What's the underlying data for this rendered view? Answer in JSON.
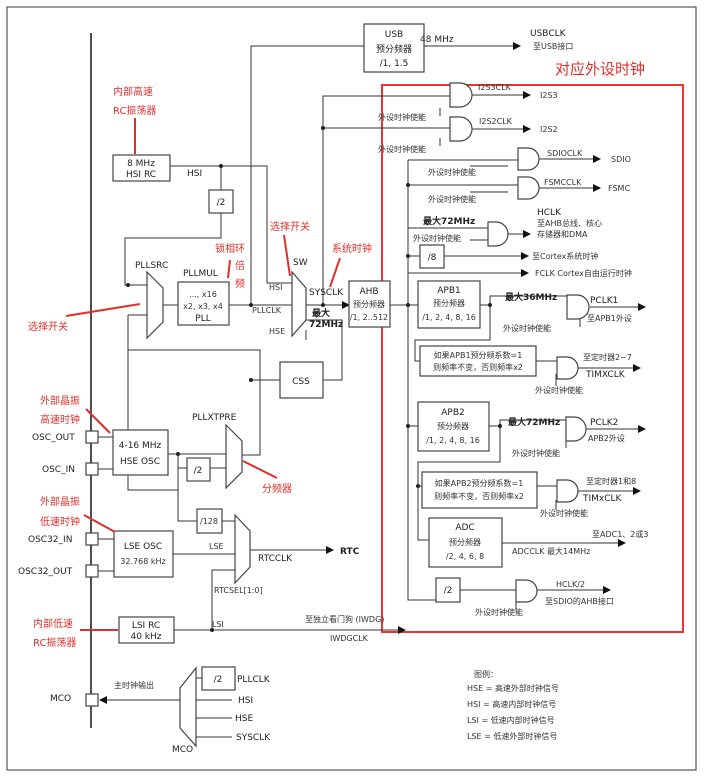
{
  "annotations": {
    "hsi_rc": [
      "内部高速",
      "RC振荡器"
    ],
    "pllsrc_switch": "选择开关",
    "pll_mul": [
      "锁相环",
      "倍",
      "频"
    ],
    "sw_switch": "选择开关",
    "sysclk": "系统时钟",
    "peripheral_clock": "对应外设时钟",
    "hse": [
      "外部晶振",
      "高速时钟"
    ],
    "divider": "分频器",
    "lse": [
      "外部晶振",
      "低速时钟"
    ],
    "lsi": [
      "内部低速",
      "RC振荡器"
    ]
  },
  "colors": {
    "annotation": "#e0302c",
    "line": "#333333"
  },
  "blocks": {
    "usb": [
      "USB",
      "预分频器",
      "/1, 1.5"
    ],
    "hsi_rc": [
      "8 MHz",
      "HSI RC"
    ],
    "div2_hsi": "/2",
    "pll": [
      "..., x16",
      "x2, x3, x4",
      "PLL"
    ],
    "ahb": [
      "AHB",
      "预分频器",
      "/1, 2..512"
    ],
    "css": "CSS",
    "hse_osc": [
      "4-16 MHz",
      "HSE OSC"
    ],
    "div2_hse": "/2",
    "div128": "/128",
    "lse_osc": [
      "LSE OSC",
      "32.768 kHz"
    ],
    "lsi_rc": [
      "LSI RC",
      "40 kHz"
    ],
    "div2_mco": "/2",
    "div8": "/8",
    "apb1": [
      "APB1",
      "预分频器",
      "/1, 2, 4, 8, 16"
    ],
    "apb1_timer": [
      "如果APB1预分频系数=1",
      "则频率不变，否则频率x2"
    ],
    "apb2": [
      "APB2",
      "预分频器",
      "/1, 2, 4, 8, 16"
    ],
    "apb2_timer": [
      "如果APB2预分频系数=1",
      "则频率不变，否则频率x2"
    ],
    "adc": [
      "ADC",
      "预分频器",
      "/2, 4, 6, 8"
    ],
    "div2_sdio": "/2"
  },
  "labels": {
    "usb_freq": "48 MHz",
    "usbclk": "USBCLK",
    "usb_dest": "至USB接口",
    "hsi": "HSI",
    "pllsrc": "PLLSRC",
    "pllmul": "PLLMUL",
    "sw": "SW",
    "sw_hsi": "HSI",
    "sw_pllclk": "PLLCLK",
    "sw_hse": "HSE",
    "sysclk": "SYSCLK",
    "max72": [
      "最大",
      "72MHz"
    ],
    "pllxtpre": "PLLXTPRE",
    "osc_out": "OSC_OUT",
    "osc_in": "OSC_IN",
    "osc32_in": "OSC32_IN",
    "osc32_out": "OSC32_OUT",
    "lse": "LSE",
    "rtcclk": "RTCCLK",
    "rtc": "RTC",
    "rtcsel": "RTCSEL[1:0]",
    "lsi": "LSI",
    "iwdg": "至独立看门狗 (IWDG)",
    "iwdgclk": "IWDGCLK",
    "mco_out": "主时钟输出",
    "mco": "MCO",
    "mco_mux": "MCO",
    "mco_pllclk": "PLLCLK",
    "mco_hsi": "HSI",
    "mco_hse": "HSE",
    "mco_sysclk": "SYSCLK",
    "en": "外设时钟使能",
    "i2s3clk": "I2S3CLK",
    "i2s3": "I2S3",
    "i2s2clk": "I2S2CLK",
    "i2s2": "I2S2",
    "sdioclk": "SDIOCLK",
    "sdio": "SDIO",
    "fsmcclk": "FSMCCLK",
    "fsmc": "FSMC",
    "hclk_max": "最大72MHz",
    "hclk": [
      "HCLK",
      "至AHB总线、核心",
      "存储器和DMA"
    ],
    "cortex": "至Cortex系统时钟",
    "fclk": "FCLK Cortex自由运行时钟",
    "apb1_max": "最大36MHz",
    "pclk1": "PCLK1",
    "apb1_dest": "至APB1外设",
    "tim27": "至定时器2~7",
    "timxclk": "TIMXCLK",
    "apb2_max": "最大72MHz",
    "pclk2": "PCLK2",
    "apb2_dest": "APB2外设",
    "tim18": "至定时器1和8",
    "timxclk2": "TIMxCLK",
    "adc_dest": "至ADC1、2或3",
    "adcclk": "ADCCLK  最大14MHz",
    "hclk2": "HCLK/2",
    "sdio_ahb": "至SDIO的AHB接口"
  },
  "legend": {
    "title": "图例：",
    "items": [
      "HSE = 高速外部时钟信号",
      "HSI = 高速内部时钟信号",
      "LSI = 低速内部时钟信号",
      "LSE = 低速外部时钟信号"
    ]
  }
}
